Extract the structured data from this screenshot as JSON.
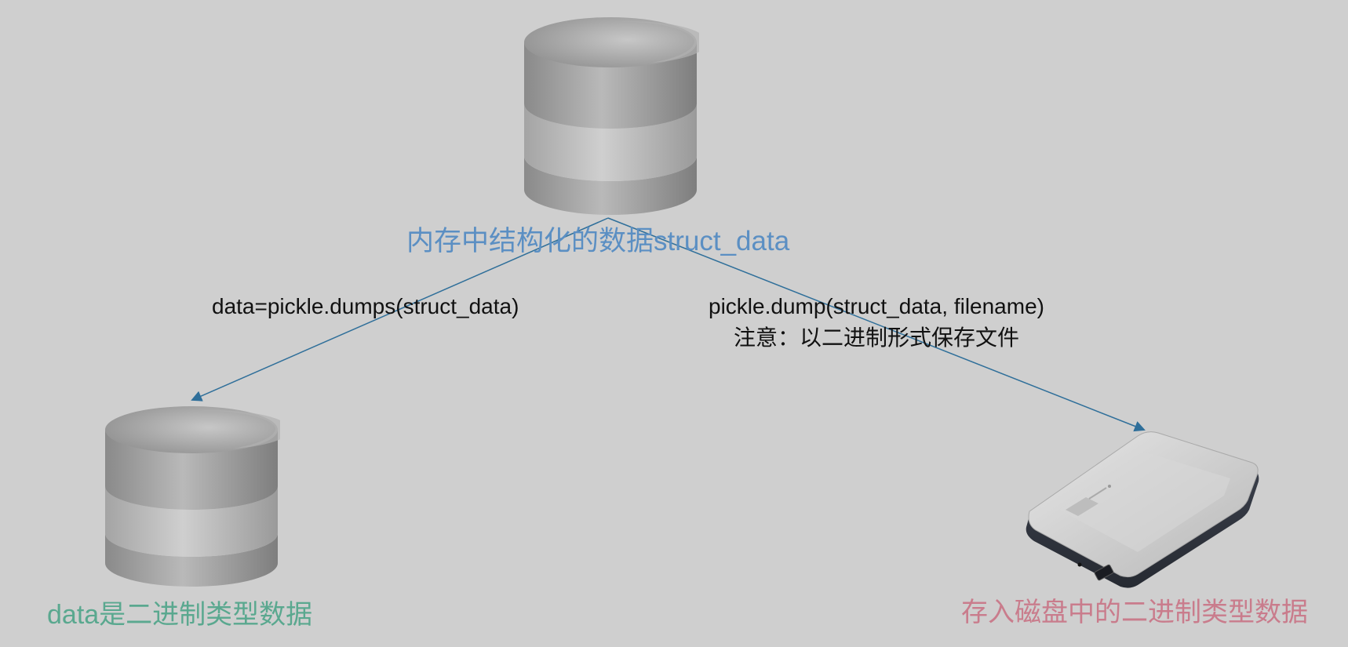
{
  "colors": {
    "background": "#cfcfcf",
    "memory_label": "#5b8fc3",
    "binary_label": "#5aa88f",
    "disk_label": "#c97c8c",
    "arrow": "#2f6f9a"
  },
  "nodes": {
    "memory_db": {
      "icon": "database-icon",
      "label": "内存中结构化的数据struct_data"
    },
    "binary_db": {
      "icon": "database-icon",
      "label": "data是二进制类型数据"
    },
    "disk": {
      "icon": "external-hard-drive-icon",
      "label": "存入磁盘中的二进制类型数据"
    }
  },
  "edges": {
    "to_binary": {
      "label": "data=pickle.dumps(struct_data)"
    },
    "to_disk": {
      "label": "pickle.dump(struct_data, filename)",
      "note": "注意：以二进制形式保存文件"
    }
  }
}
